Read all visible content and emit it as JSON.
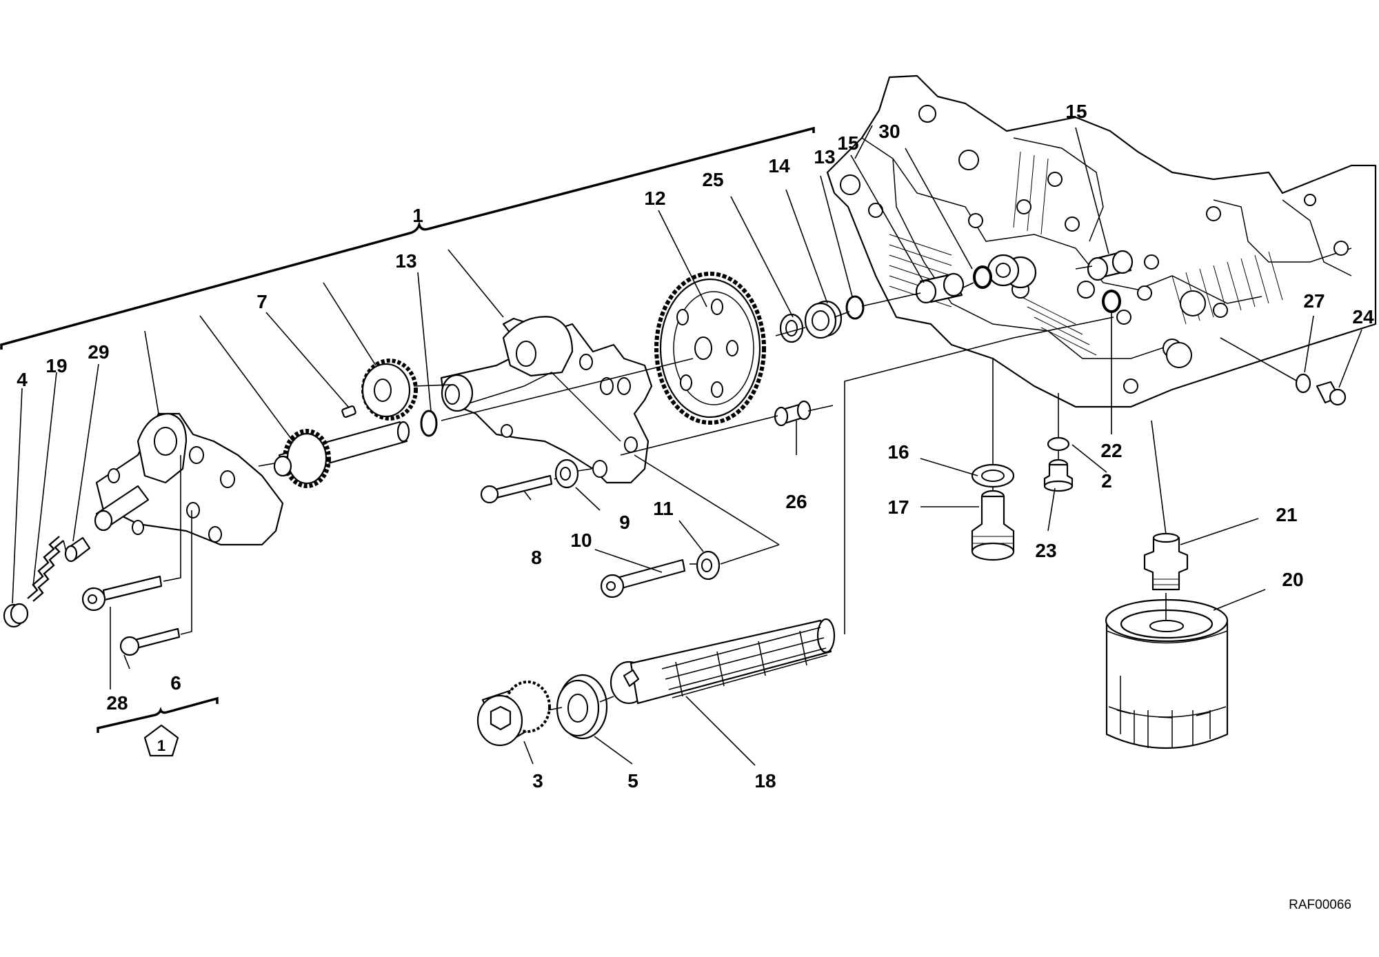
{
  "diagram": {
    "reference_code": "RAF00066",
    "kit_symbol_label": "1",
    "callouts": {
      "c1": "1",
      "c2": "2",
      "c3": "3",
      "c4": "4",
      "c5": "5",
      "c6": "6",
      "c7": "7",
      "c8": "8",
      "c9": "9",
      "c10": "10",
      "c11": "11",
      "c12": "12",
      "c13a": "13",
      "c13b": "13",
      "c14": "14",
      "c15a": "15",
      "c15b": "15",
      "c16": "16",
      "c17": "17",
      "c18": "18",
      "c19": "19",
      "c20": "20",
      "c21": "21",
      "c22": "22",
      "c23": "23",
      "c24": "24",
      "c25": "25",
      "c26": "26",
      "c27": "27",
      "c28": "28",
      "c29": "29",
      "c30": "30"
    }
  }
}
